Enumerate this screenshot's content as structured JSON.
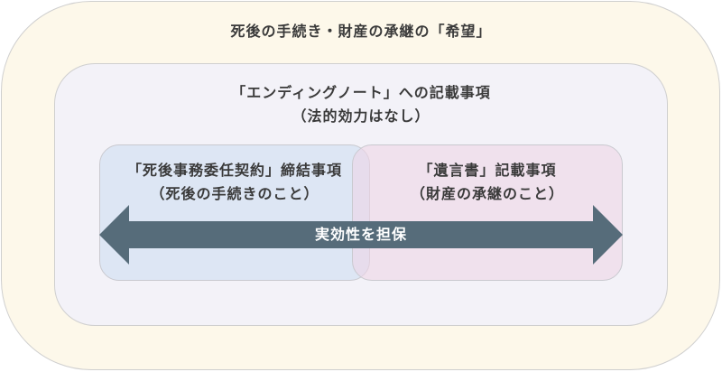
{
  "diagram": {
    "outer": {
      "label": "死後の手続き・財産の承継の「希望」",
      "color": "#fdf8ea"
    },
    "inner": {
      "label_line1": "「エンディングノート」への記載事項",
      "label_line2": "（法的効力はなし）",
      "color": "#f3f2f8"
    },
    "left_box": {
      "label_line1": "「死後事務委任契約」締結事項",
      "label_line2": "（死後の手続きのこと）",
      "color": "#e1e8f3"
    },
    "right_box": {
      "label_line1": "「遺言書」記載事項",
      "label_line2": "（財産の承継のこと）",
      "color": "#f0e3ec"
    },
    "arrow": {
      "label": "実効性を担保",
      "direction": "bidirectional",
      "color": "#566c7a"
    }
  }
}
